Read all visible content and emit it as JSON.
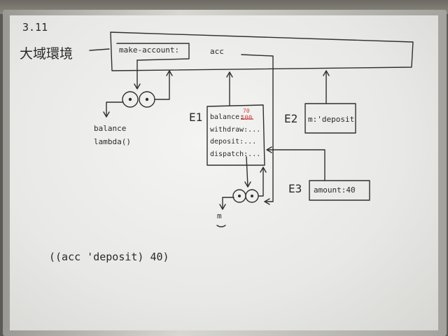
{
  "whiteboard": {
    "heading": "3.11",
    "global_env_label": "大域環境",
    "global_frame": {
      "var1": "make-account:",
      "var2": "acc"
    },
    "left_proc": {
      "param": "balance",
      "body": "lambda()"
    },
    "e1": {
      "label": "E1",
      "bindings": [
        "balance:",
        "withdraw:...",
        "deposit:...",
        "dispatch:..."
      ],
      "balance_new": "70",
      "balance_old": "100"
    },
    "e2": {
      "label": "E2",
      "binding": "m:'deposit"
    },
    "e3": {
      "label": "E3",
      "binding": "amount:40"
    },
    "dispatch_proc": {
      "param": "m"
    },
    "expression": "((acc 'deposit) 40)"
  }
}
